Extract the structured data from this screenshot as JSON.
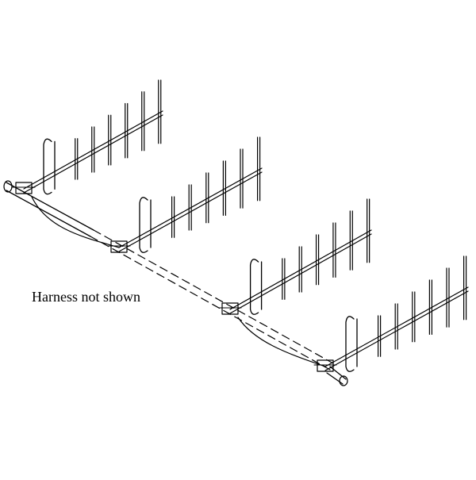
{
  "diagram": {
    "caption": "Harness not shown",
    "antenna_count": 4,
    "element_count_per_antenna": 6,
    "colors": {
      "line": "#000000",
      "fill": "#ffffff"
    }
  }
}
